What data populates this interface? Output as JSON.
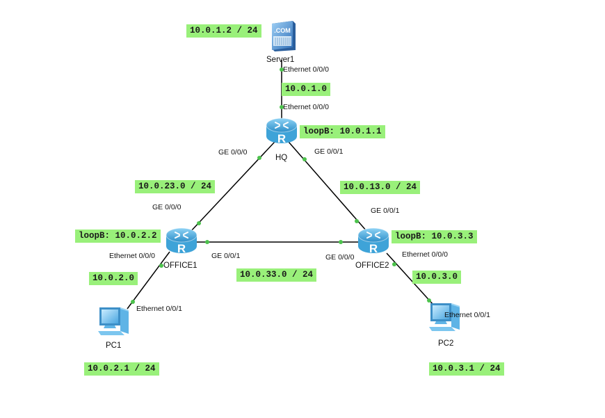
{
  "devices": {
    "server1": {
      "name": "Server1",
      "icon": "server-icon",
      "badge": ".COM"
    },
    "hq": {
      "name": "HQ",
      "icon": "router-icon",
      "badge": "R"
    },
    "office1": {
      "name": "OFFICE1",
      "icon": "router-icon",
      "badge": "R"
    },
    "office2": {
      "name": "OFFICE2",
      "icon": "router-icon",
      "badge": "R"
    },
    "pc1": {
      "name": "PC1",
      "icon": "pc-icon"
    },
    "pc2": {
      "name": "PC2",
      "icon": "pc-icon"
    }
  },
  "labels": {
    "server1_ip": "10.0.1.2 / 24",
    "net_hq_server": "10.0.1.0",
    "hq_loopback": "loopB: 10.0.1.1",
    "net_hq_office1": "10.0.23.0 / 24",
    "net_hq_office2": "10.0.13.0 / 24",
    "office1_loopback": "loopB: 10.0.2.2",
    "office2_loopback": "loopB: 10.0.3.3",
    "net_office1_pc1": "10.0.2.0",
    "net_office1_office2": "10.0.33.0 / 24",
    "net_office2_pc2": "10.0.3.0",
    "pc1_ip": "10.0.2.1 / 24",
    "pc2_ip": "10.0.3.1 / 24"
  },
  "ports": {
    "server1_eth": "Ethernet 0/0/0",
    "hq_eth": "Ethernet 0/0/0",
    "hq_ge000": "GE 0/0/0",
    "hq_ge001": "GE 0/0/1",
    "office1_ge000": "GE 0/0/0",
    "office1_ge001": "GE 0/0/1",
    "office1_eth": "Ethernet 0/0/0",
    "office2_ge001": "GE 0/0/1",
    "office2_ge000": "GE 0/0/0",
    "office2_eth": "Ethernet 0/0/0",
    "pc1_eth": "Ethernet 0/0/1",
    "pc2_eth": "Ethernet 0/0/1"
  },
  "colors": {
    "label_bg": "#99f07a",
    "link": "#000000",
    "port_dot": "#4cc24c",
    "router": "#4fb2e0",
    "server": "#4a8fd6",
    "pc": "#6cc0ee"
  }
}
